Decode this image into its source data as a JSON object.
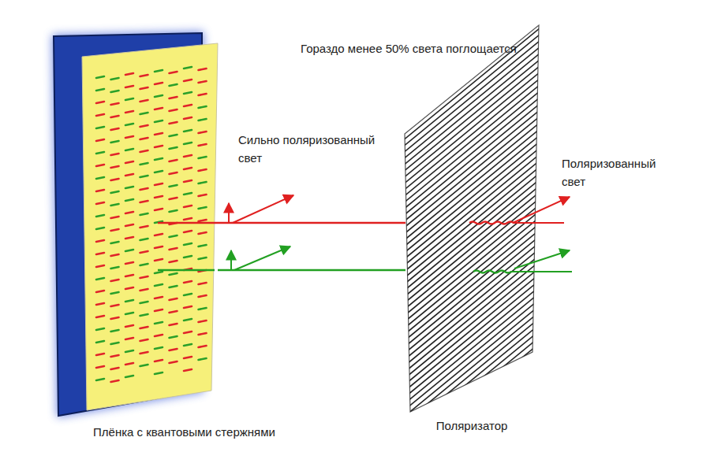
{
  "diagram": {
    "nodes": [
      {
        "text": [
          "Плёнка с квантовыми стержнями"
        ]
      },
      {
        "text": [
          "Поляризатор"
        ]
      }
    ],
    "edges": [
      {
        "from": 0,
        "to": 1,
        "arrow": "none"
      },
      {
        "from": 0,
        "to": 1,
        "arrow": "none"
      }
    ],
    "labels": [
      "Гораздо менее 50% света поглощается",
      "Сильно поляризованный свет",
      "Поляризованный свет"
    ]
  }
}
